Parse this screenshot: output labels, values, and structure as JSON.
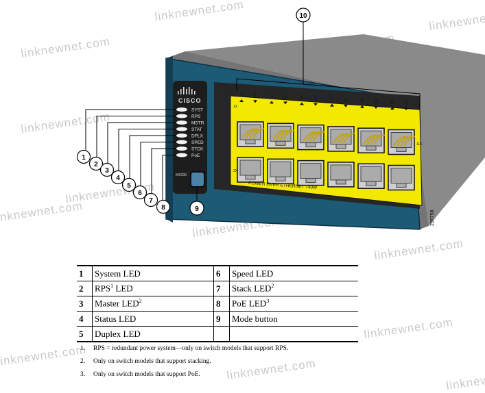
{
  "callout_top": "10",
  "callouts": [
    "1",
    "2",
    "3",
    "4",
    "5",
    "6",
    "7",
    "8",
    "9"
  ],
  "led_labels": [
    "SYST",
    "RPS",
    "MSTR",
    "STAT",
    "DPLX",
    "SPED",
    "STCK",
    "PoE"
  ],
  "mode_label": "MODE",
  "brand": "CISCO",
  "port_numbers": [
    "1",
    "2",
    "3",
    "4",
    "5",
    "6",
    "7",
    "8",
    "9",
    "10",
    "11",
    "12"
  ],
  "row_marks": [
    "1X",
    "2X",
    "11X"
  ],
  "poe_strip": "POWER OVER ETHERNET 740W",
  "figure_id": "206758",
  "legend": [
    {
      "num": "1",
      "label": "System LED",
      "sup": "",
      "num2": "6",
      "label2": "Speed LED",
      "sup2": ""
    },
    {
      "num": "2",
      "label": "RPS",
      "sup": "1",
      "tail": " LED",
      "num2": "7",
      "label2": "Stack LED",
      "sup2": "2"
    },
    {
      "num": "3",
      "label": "Master LED",
      "sup": "2",
      "num2": "8",
      "label2": "PoE LED",
      "sup2": "3"
    },
    {
      "num": "4",
      "label": "Status LED",
      "sup": "",
      "num2": "9",
      "label2": "Mode button",
      "sup2": ""
    },
    {
      "num": "5",
      "label": "Duplex LED",
      "sup": "",
      "num2": "",
      "label2": "",
      "sup2": ""
    }
  ],
  "footnotes": [
    {
      "num": "1.",
      "text": "RPS = redundant power system—only on switch models that support RPS."
    },
    {
      "num": "2.",
      "text": "Only on switch models that support stacking."
    },
    {
      "num": "3.",
      "text": "Only on switch models that support PoE."
    }
  ],
  "watermark": "linknewnet.com",
  "colors": {
    "chassis": "#1c5a75",
    "chassis_dark": "#123f54",
    "frame": "#2b2b2b",
    "port_block": "#f2e800",
    "gray_body": "#8c8c8c"
  }
}
